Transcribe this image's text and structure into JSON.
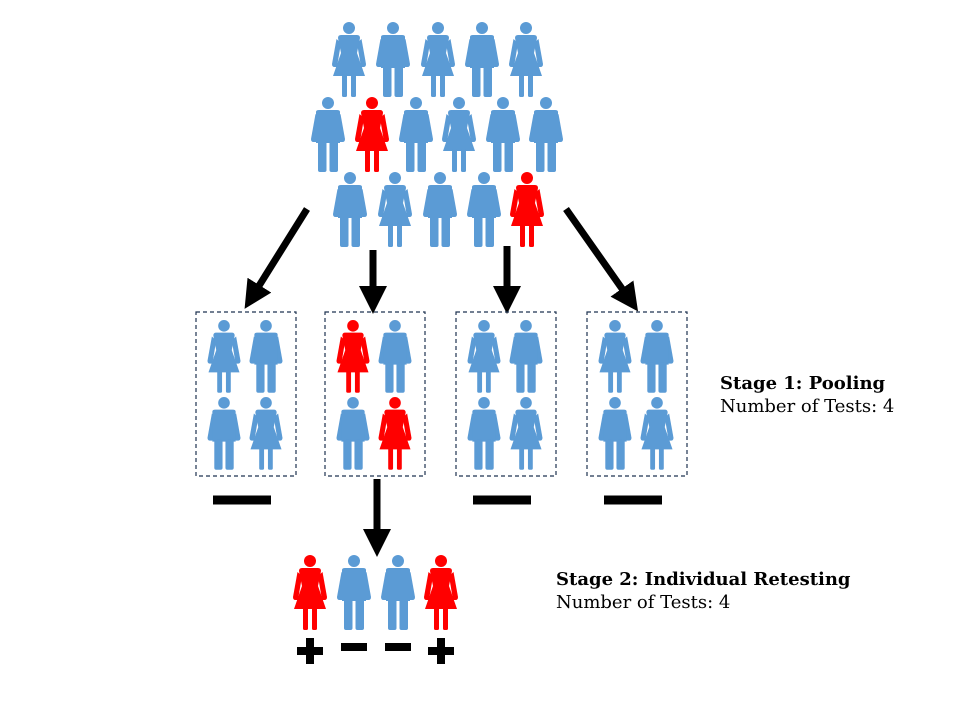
{
  "colors": {
    "negative": "#5b9bd5",
    "positive": "#ff0000",
    "arrow": "#000000",
    "pool_border": "#1f3350"
  },
  "population": [
    [
      "female",
      "male",
      "female",
      "male",
      "female"
    ],
    [
      "male",
      "female",
      "male",
      "female",
      "male",
      "male"
    ],
    [
      "male",
      "female",
      "male",
      "male",
      "female"
    ]
  ],
  "population_status": [
    [
      "negative",
      "negative",
      "negative",
      "negative",
      "negative"
    ],
    [
      "negative",
      "positive",
      "negative",
      "negative",
      "negative",
      "negative"
    ],
    [
      "negative",
      "negative",
      "negative",
      "negative",
      "positive"
    ]
  ],
  "pools": [
    {
      "members": [
        "female",
        "male",
        "male",
        "female"
      ],
      "status": [
        "negative",
        "negative",
        "negative",
        "negative"
      ],
      "result": "negative"
    },
    {
      "members": [
        "female",
        "male",
        "male",
        "female"
      ],
      "status": [
        "positive",
        "negative",
        "negative",
        "positive"
      ],
      "result": "retest"
    },
    {
      "members": [
        "female",
        "male",
        "male",
        "female"
      ],
      "status": [
        "negative",
        "negative",
        "negative",
        "negative"
      ],
      "result": "negative"
    },
    {
      "members": [
        "female",
        "male",
        "male",
        "female"
      ],
      "status": [
        "negative",
        "negative",
        "negative",
        "negative"
      ],
      "result": "negative"
    }
  ],
  "retest": {
    "members": [
      "female",
      "male",
      "male",
      "female"
    ],
    "status": [
      "positive",
      "negative",
      "negative",
      "positive"
    ],
    "results": [
      "positive",
      "negative",
      "negative",
      "positive"
    ]
  },
  "stage1": {
    "title": "Stage 1: Pooling",
    "count_text": "Number of Tests: 4"
  },
  "stage2": {
    "title": "Stage 2: Individual Retesting",
    "count_text": "Number of Tests: 4"
  }
}
